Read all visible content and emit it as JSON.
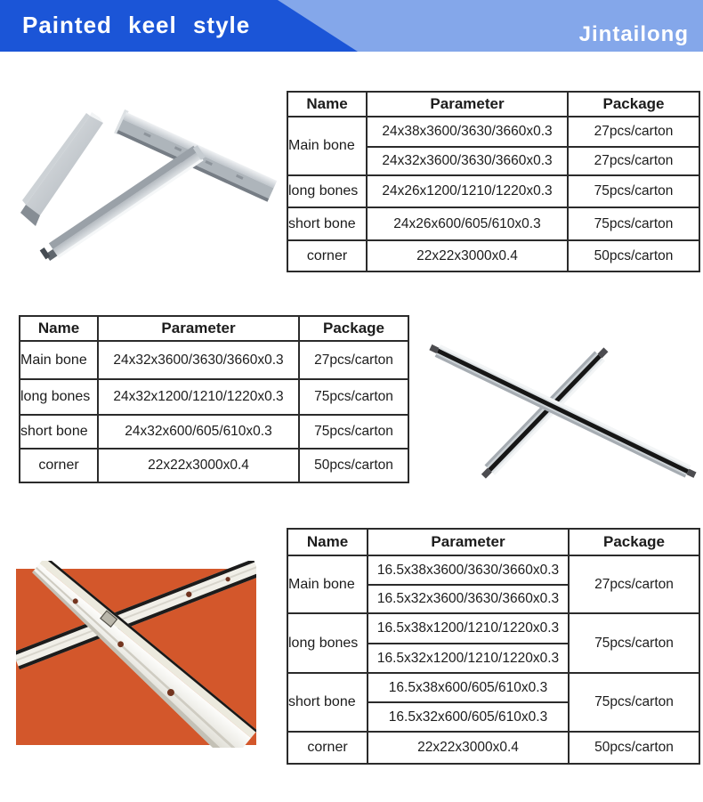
{
  "header": {
    "title": "Painted keel style",
    "brand": "Jintailong"
  },
  "colors": {
    "banner_dark_blue": "#1b55d7",
    "banner_light_blue": "#84a7ea",
    "photo_orange_background": "#d3572b",
    "table_border": "#2b2b2b",
    "keel_metal_silver": "#ccd2d7",
    "keel_stripe_black": "#161616"
  },
  "table_flat_top": {
    "headers": [
      "Name",
      "Parameter",
      "Package"
    ],
    "rows": [
      {
        "name": "Main bone",
        "parameters": [
          "24x38x3600/3630/3660x0.3",
          "24x32x3600/3630/3660x0.3"
        ],
        "packages": [
          "27pcs/carton",
          "27pcs/carton"
        ]
      },
      {
        "name": "long bones",
        "parameters": [
          "24x26x1200/1210/1220x0.3"
        ],
        "packages": [
          "75pcs/carton"
        ]
      },
      {
        "name": "short bone",
        "parameters": [
          "24x26x600/605/610x0.3"
        ],
        "packages": [
          "75pcs/carton"
        ]
      },
      {
        "name": "corner",
        "parameters": [
          "22x22x3000x0.4"
        ],
        "packages": [
          "50pcs/carton"
        ]
      }
    ]
  },
  "table_flat_mid": {
    "headers": [
      "Name",
      "Parameter",
      "Package"
    ],
    "rows": [
      {
        "name": "Main bone",
        "parameter": "24x32x3600/3630/3660x0.3",
        "package": "27pcs/carton"
      },
      {
        "name": "long bones",
        "parameter": "24x32x1200/1210/1220x0.3",
        "package": "75pcs/carton"
      },
      {
        "name": "short bone",
        "parameter": "24x32x600/605/610x0.3",
        "package": "75pcs/carton"
      },
      {
        "name": "corner",
        "parameter": "22x22x3000x0.4",
        "package": "50pcs/carton"
      }
    ]
  },
  "table_slim_bottom": {
    "headers": [
      "Name",
      "Parameter",
      "Package"
    ],
    "rows": [
      {
        "name": "Main bone",
        "parameters": [
          "16.5x38x3600/3630/3660x0.3",
          "16.5x32x3600/3630/3660x0.3"
        ],
        "package": "27pcs/carton"
      },
      {
        "name": "long bones",
        "parameters": [
          "16.5x38x1200/1210/1220x0.3",
          "16.5x32x1200/1210/1220x0.3"
        ],
        "package": "75pcs/carton"
      },
      {
        "name": "short bone",
        "parameters": [
          "16.5x38x600/605/610x0.3",
          "16.5x32x600/605/610x0.3"
        ],
        "package": "75pcs/carton"
      },
      {
        "name": "corner",
        "parameter": "22x22x3000x0.4",
        "package": "50pcs/carton"
      }
    ]
  }
}
